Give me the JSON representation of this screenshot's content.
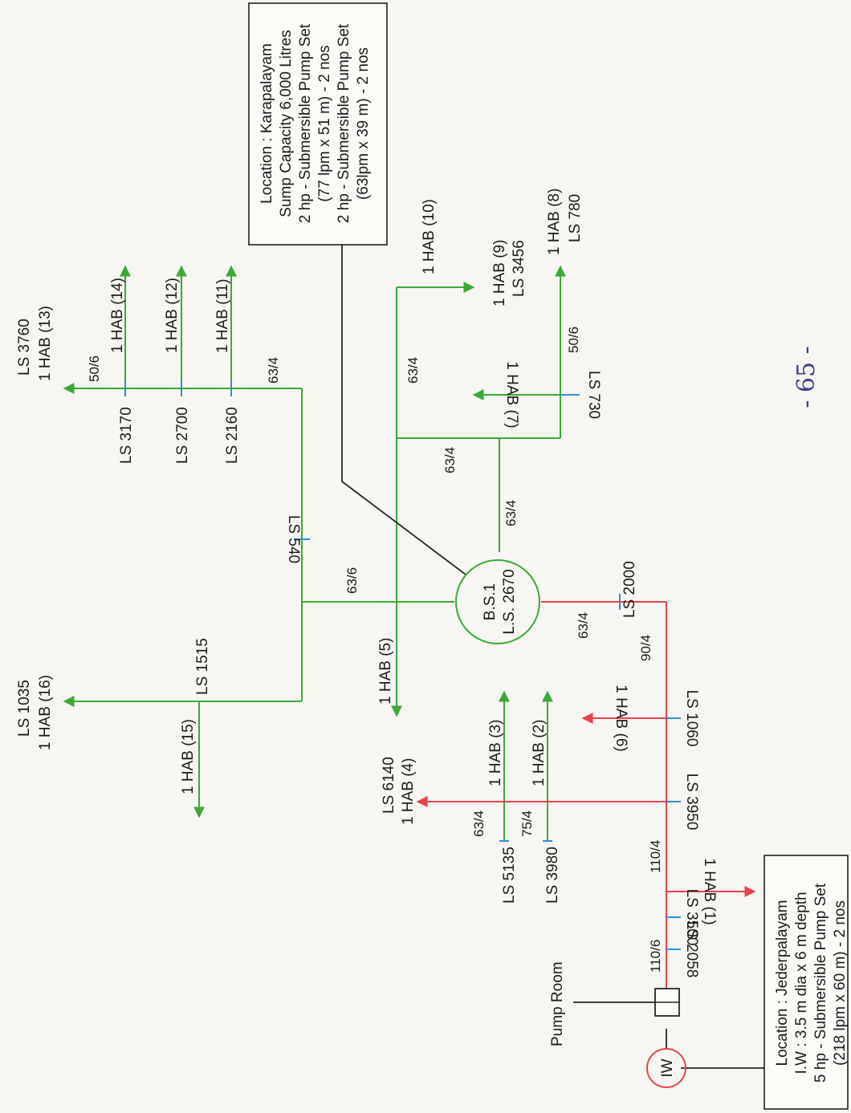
{
  "colors": {
    "green": "#3aaa35",
    "red": "#e8434b",
    "blue": "#2f8fd6",
    "black": "#262626",
    "ink": "#3c3f8a"
  },
  "boxes": {
    "karapalayam": [
      "Location : Karapalayam",
      "Sump Capacity 6,000 Litres",
      "2 hp - Submersible Pump Set",
      "(77 lpm x 51 m) - 2 nos",
      "2 hp - Submersible Pump Set",
      "(63lpm x 39 m) - 2 nos"
    ],
    "jederpalayam": [
      "Location : Jederpalayam",
      "I.W : 3.5 m dia x 6 m depth",
      "5 hp - Submersible Pump Set",
      "(218 lpm x 60 m) - 2 nos"
    ]
  },
  "nodes": {
    "bs1": [
      "B.S.1",
      "L.S. 2670"
    ],
    "iw": "IW",
    "pump_room": "Pump Room"
  },
  "pipe_labels": {
    "p_50_6_top": "50/6",
    "p_63_4_top": "63/4",
    "p_63_6": "63/6",
    "p_63_4_right_upper": "63/4",
    "p_63_4_mid": "63/4",
    "p_63_4_vert": "63/4",
    "p_50_6_right": "50/6",
    "p_63_4_bs": "63/4",
    "p_90_4": "90/4",
    "p_63_4_low": "63/4",
    "p_75_4": "75/4",
    "p_110_4": "110/4",
    "p_110_6": "110/6"
  },
  "hab_labels": {
    "hab13": "1 HAB (13)",
    "ls3760": "LS 3760",
    "hab14": "1 HAB (14)",
    "hab12": "1 HAB (12)",
    "hab11": "1 HAB (11)",
    "ls3170": "LS 3170",
    "ls2700": "LS 2700",
    "ls2160": "LS 2160",
    "ls540": "LS 540",
    "ls1035": "LS 1035",
    "hab16": "1 HAB (16)",
    "ls1515": "LS 1515",
    "hab15": "1 HAB (15)",
    "hab5": "1 HAB (5)",
    "hab10": "1 HAB (10)",
    "hab9": "1 HAB (9)",
    "ls3456": "LS 3456",
    "hab8": "1 HAB (8)",
    "ls780": "LS 780",
    "hab7": "1 HAB (7)",
    "ls730": "LS 730",
    "ls2000": "LS 2000",
    "hab6": "1 HAB (6)",
    "ls1060": "LS 1060",
    "ls6140": "LS 6140",
    "hab4": "1 HAB (4)",
    "hab3": "1 HAB (3)",
    "hab2": "1 HAB (2)",
    "ls5135": "LS 5135",
    "ls3980": "LS 3980",
    "ls3950": "LS 3950",
    "hab1": "1 HAB (1)",
    "ls3500": "LS 3500",
    "ls2058": "LS 2058"
  },
  "page_number": "- 65 -"
}
